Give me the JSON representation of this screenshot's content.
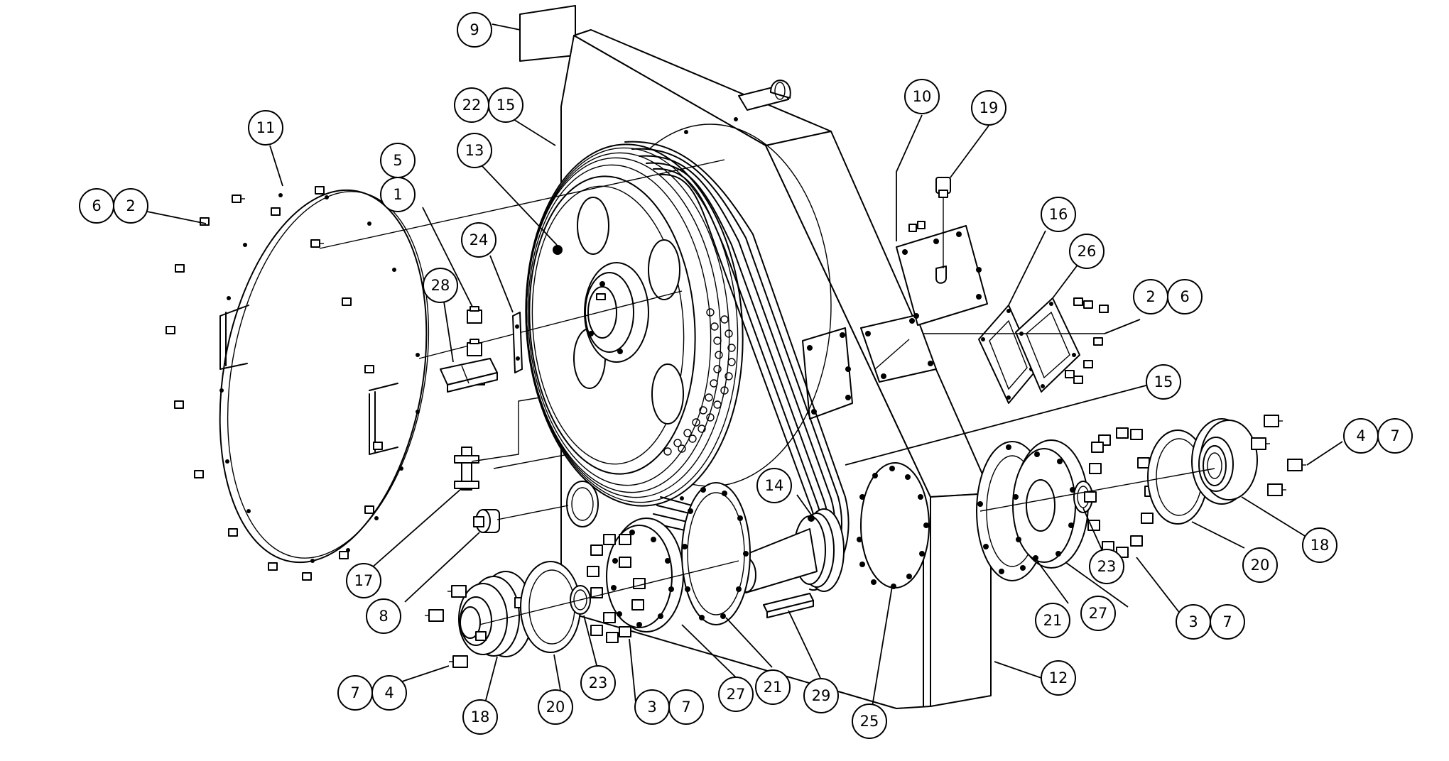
{
  "callouts": [
    {
      "id": "c9a",
      "text": "9"
    },
    {
      "id": "c22a",
      "text": "22"
    },
    {
      "id": "c15a",
      "text": "15"
    },
    {
      "id": "c13a",
      "text": "13"
    },
    {
      "id": "c11a",
      "text": "11"
    },
    {
      "id": "c5a",
      "text": "5"
    },
    {
      "id": "c1a",
      "text": "1"
    },
    {
      "id": "c6a",
      "text": "6"
    },
    {
      "id": "c2a",
      "text": "2"
    },
    {
      "id": "c24a",
      "text": "24"
    },
    {
      "id": "c28a",
      "text": "28"
    },
    {
      "id": "c10a",
      "text": "10"
    },
    {
      "id": "c19a",
      "text": "19"
    },
    {
      "id": "c16a",
      "text": "16"
    },
    {
      "id": "c26a",
      "text": "26"
    },
    {
      "id": "c2b",
      "text": "2"
    },
    {
      "id": "c6b",
      "text": "6"
    },
    {
      "id": "c15b",
      "text": "15"
    },
    {
      "id": "c4a",
      "text": "4"
    },
    {
      "id": "c7a",
      "text": "7"
    },
    {
      "id": "c14a",
      "text": "14"
    },
    {
      "id": "c23a",
      "text": "23"
    },
    {
      "id": "c18a",
      "text": "18"
    },
    {
      "id": "c20a",
      "text": "20"
    },
    {
      "id": "c3a",
      "text": "3"
    },
    {
      "id": "c7b",
      "text": "7"
    },
    {
      "id": "c21a",
      "text": "21"
    },
    {
      "id": "c27a",
      "text": "27"
    },
    {
      "id": "c17a",
      "text": "17"
    },
    {
      "id": "c8a",
      "text": "8"
    },
    {
      "id": "c12a",
      "text": "12"
    },
    {
      "id": "c7c",
      "text": "7"
    },
    {
      "id": "c4b",
      "text": "4"
    },
    {
      "id": "c18b",
      "text": "18"
    },
    {
      "id": "c20b",
      "text": "20"
    },
    {
      "id": "c23b",
      "text": "23"
    },
    {
      "id": "c3b",
      "text": "3"
    },
    {
      "id": "c7d",
      "text": "7"
    },
    {
      "id": "c27b",
      "text": "27"
    },
    {
      "id": "c21b",
      "text": "21"
    },
    {
      "id": "c29a",
      "text": "29"
    },
    {
      "id": "c25a",
      "text": "25"
    }
  ]
}
